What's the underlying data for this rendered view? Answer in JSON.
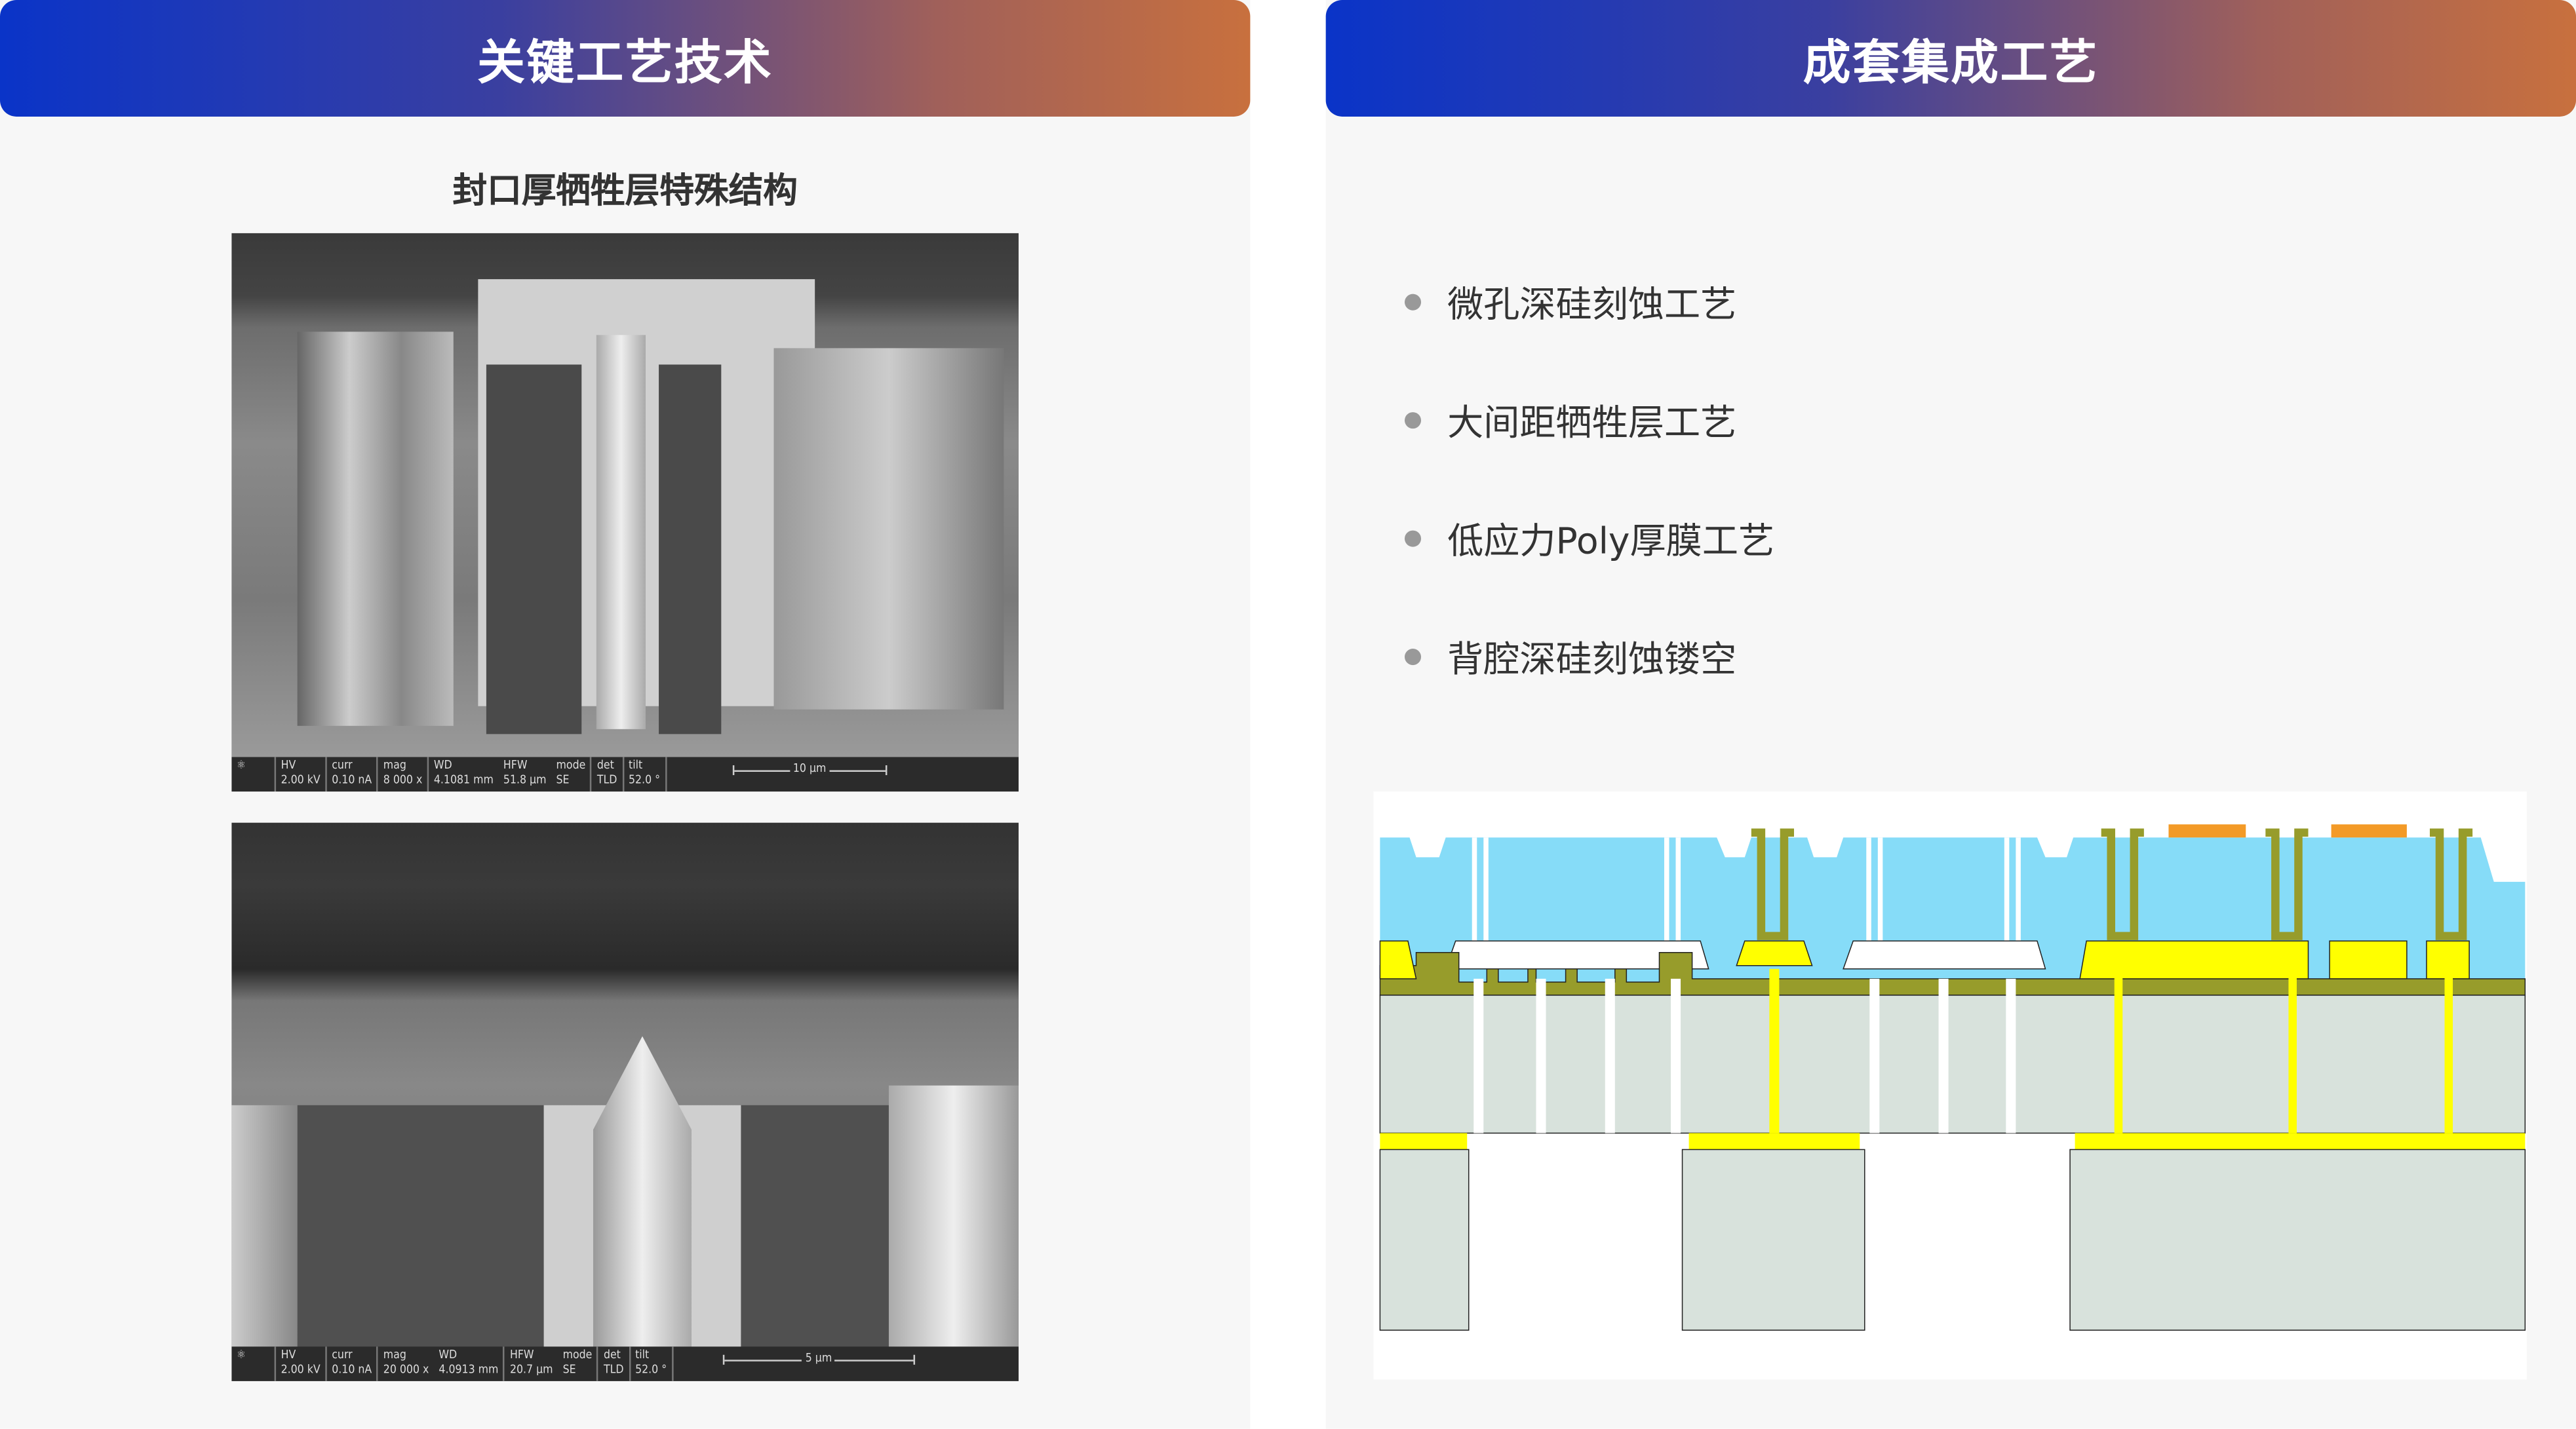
{
  "left_panel": {
    "title": "关键工艺技术",
    "subtitle": "封口厚牺牲层特殊结构",
    "sem_images": [
      {
        "labels": [
          "HV",
          "curr",
          "mag",
          "WD",
          "HFW",
          "mode",
          "det",
          "tilt"
        ],
        "values": [
          "2.00 kV",
          "0.10 nA",
          "8 000 x",
          "4.1081 mm",
          "51.8 µm",
          "SE",
          "TLD",
          "52.0 °"
        ],
        "scale": "10 µm"
      },
      {
        "labels": [
          "HV",
          "curr",
          "mag",
          "WD",
          "HFW",
          "mode",
          "det",
          "tilt"
        ],
        "values": [
          "2.00 kV",
          "0.10 nA",
          "20 000 x",
          "4.0913 mm",
          "20.7 µm",
          "SE",
          "TLD",
          "52.0 °"
        ],
        "scale": "5 µm"
      }
    ]
  },
  "right_panel": {
    "title": "成套集成工艺",
    "items": [
      "微孔深硅刻蚀工艺",
      "大间距牺牲层工艺",
      "低应力Poly厚膜工艺",
      "背腔深硅刻蚀镂空"
    ]
  },
  "colors": {
    "header_start": "#0a34c8",
    "header_end": "#c8703e",
    "oxide": "#86dcf8",
    "poly": "#979c2b",
    "metal": "#ffff00",
    "silicon": "#d8e2dc",
    "pad": "#f39a27"
  }
}
